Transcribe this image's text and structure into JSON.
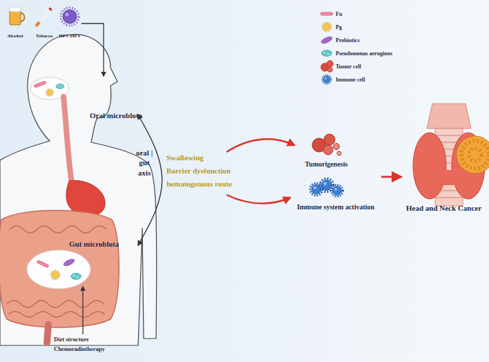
{
  "diagram": {
    "nodes": [
      {
        "text": [
          "Alcohol"
        ]
      },
      {
        "text": [
          "Tobacco"
        ]
      },
      {
        "text": [
          "HPV/HEV"
        ]
      },
      {
        "text": [
          "Oral microblota"
        ]
      },
      {
        "text": [
          "Gut microblota"
        ]
      },
      {
        "text": [
          "Diet structure",
          "Chemoradiotherapy"
        ]
      },
      {
        "text": [
          "Tumorigenesis"
        ]
      },
      {
        "text": [
          "Immune system activation"
        ]
      },
      {
        "text": [
          "Head and Neck Cancer"
        ]
      }
    ],
    "edges": [
      {
        "from": 2,
        "to": 3,
        "arrow": "to"
      },
      {
        "from": 3,
        "to": 4,
        "label": "oral | gut axis",
        "arrow": "both"
      },
      {
        "from": 5,
        "to": 4,
        "arrow": "to"
      },
      {
        "from": 7,
        "to": 8,
        "arrow": "to"
      }
    ],
    "labels": [
      "Swallowing",
      "Barrier dysfunction",
      "hematogenous route"
    ],
    "legend": [
      {
        "text": "Fn"
      },
      {
        "text": "Pg"
      },
      {
        "text": "Probiotics"
      },
      {
        "text": "Pseudomonas aeruginos"
      },
      {
        "text": "Tuomr cell"
      },
      {
        "text": "Immune cell"
      }
    ]
  }
}
